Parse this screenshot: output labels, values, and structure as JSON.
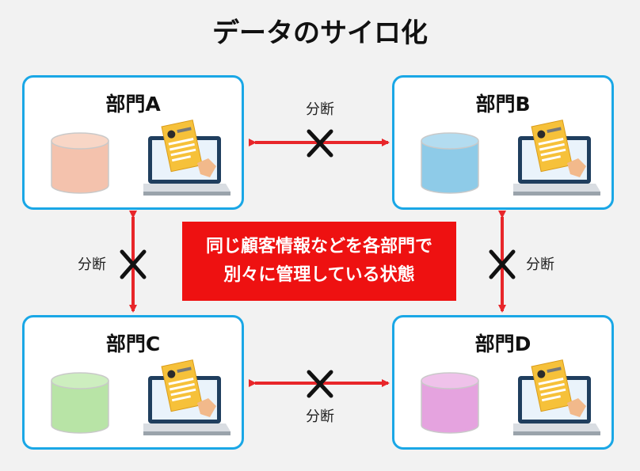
{
  "title": "データのサイロ化",
  "departments": [
    {
      "name": "部門A",
      "db_color": "#f4c2ad"
    },
    {
      "name": "部門B",
      "db_color": "#8ecbe8"
    },
    {
      "name": "部門C",
      "db_color": "#b8e4a6"
    },
    {
      "name": "部門D",
      "db_color": "#e5a3df"
    }
  ],
  "links": {
    "top": "分断",
    "bottom": "分断",
    "left": "分断",
    "right": "分断"
  },
  "banner": {
    "line1": "同じ顧客情報などを各部門で",
    "line2": "別々に管理している状態"
  },
  "colors": {
    "arrow": "#e8262a",
    "border": "#1aa7e6",
    "banner": "#ee1111"
  }
}
